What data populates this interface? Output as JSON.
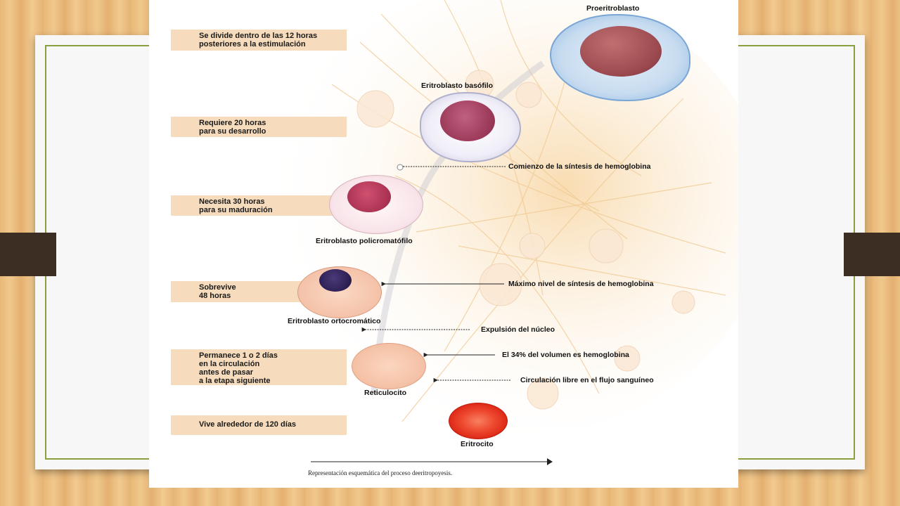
{
  "durations": [
    {
      "line1": "Se divide dentro de las 12 horas",
      "line2": "posteriores a la estimulación"
    },
    {
      "line1": "Requiere 20 horas",
      "line2": "para su desarrollo"
    },
    {
      "line1": "Necesita 30 horas",
      "line2": "para su maduración"
    },
    {
      "line1": "Sobrevive",
      "line2": "48 horas"
    },
    {
      "line1": "Permanece  1 o 2 días",
      "line2": "en la circulación",
      "line3": "antes de pasar",
      "line4": "a la etapa siguiente"
    },
    {
      "line1": "Vive alrededor de 120 días"
    }
  ],
  "cells": [
    {
      "name": "Proeritroblasto"
    },
    {
      "name": "Eritroblasto basófilo"
    },
    {
      "name": "Eritroblasto policromatófilo"
    },
    {
      "name": "Eritroblasto ortocromático"
    },
    {
      "name": "Reticulocito"
    },
    {
      "name": "Eritrocito"
    }
  ],
  "annotations": [
    "Comienzo de  la síntesis de hemoglobina",
    "Máximo nivel de síntesis de hemoglobina",
    "Expulsión del núcleo",
    "El 34% del volumen es hemoglobina",
    "Circulación libre en el flujo sanguíneo"
  ],
  "caption": "Representación esquemática del proceso deeritropoyesis.",
  "colors": {
    "label_bg": "#f6dcbc",
    "frame_accent": "#8aa03c",
    "side_bar": "#3c2e22",
    "proerythroblast_rim": "#9cc4e8",
    "erythrocyte": "#e02818"
  }
}
